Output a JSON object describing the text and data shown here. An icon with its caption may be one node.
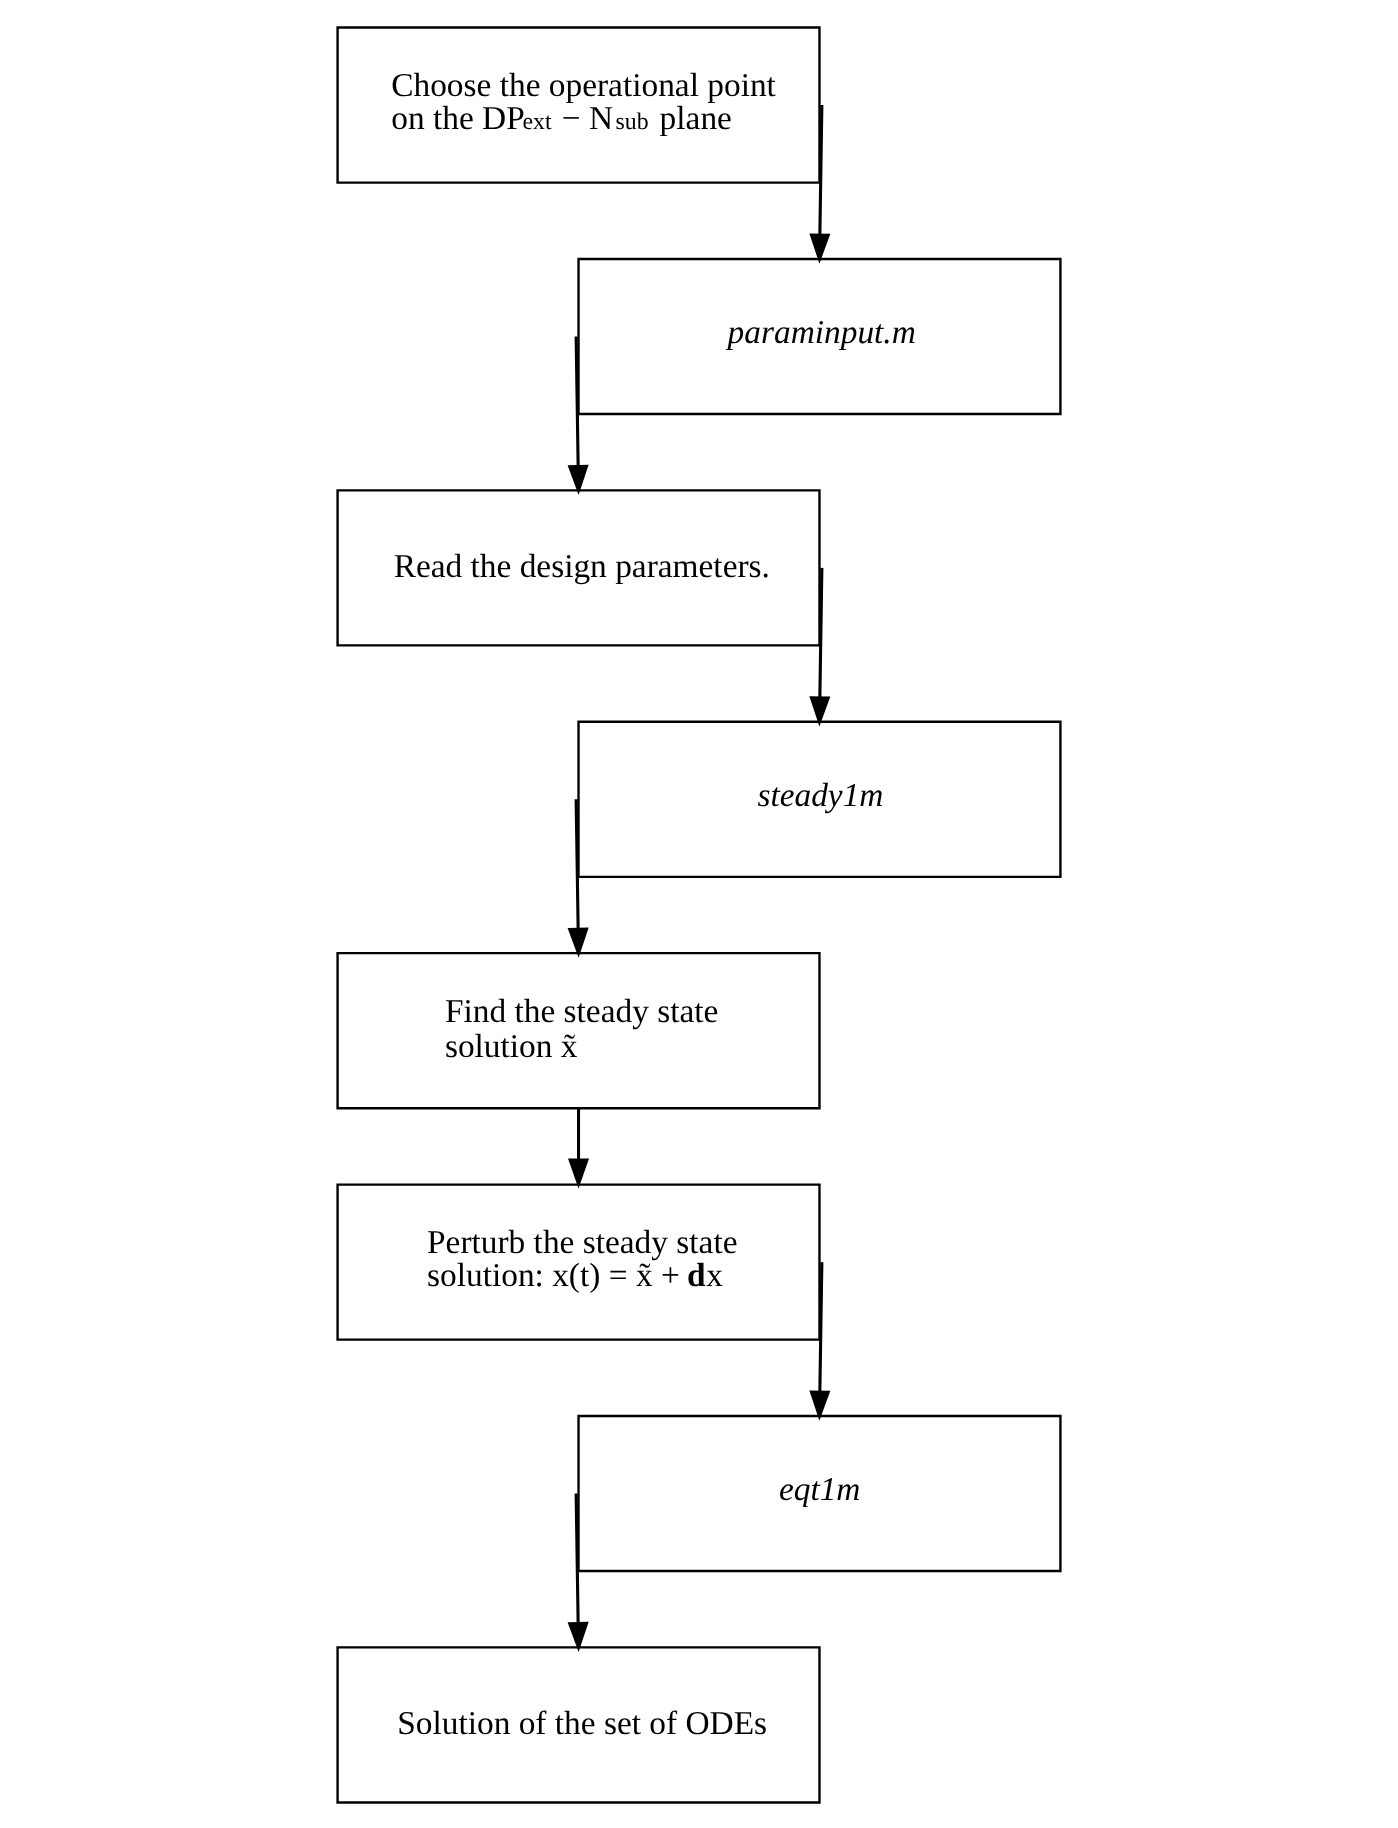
{
  "diagram": {
    "nodes": [
      {
        "text": [
          "Choose the operational point on the DP$_{ext}$ − N$_{sub}$ plane"
        ]
      },
      {
        "text": [
          "paraminput.m"
        ]
      },
      {
        "text": [
          "Read the design parameters."
        ]
      },
      {
        "text": [
          "steady1m"
        ]
      },
      {
        "text": [
          "Find the steady state solution x̃"
        ]
      },
      {
        "text": [
          "Perturb the steady state solution: x(t) = x̃ + **d**x"
        ]
      },
      {
        "text": [
          "eqt1m"
        ]
      },
      {
        "text": [
          "Solution of the set of ODEs"
        ]
      }
    ],
    "edges": [
      {
        "from": 0,
        "to": 1,
        "arrow": "to"
      },
      {
        "from": 1,
        "to": 2,
        "arrow": "to"
      },
      {
        "from": 2,
        "to": 3,
        "arrow": "to"
      },
      {
        "from": 3,
        "to": 4,
        "arrow": "to"
      },
      {
        "from": 4,
        "to": 5,
        "arrow": "to"
      },
      {
        "from": 5,
        "to": 6,
        "arrow": "to"
      },
      {
        "from": 6,
        "to": 7,
        "arrow": "to"
      }
    ]
  }
}
